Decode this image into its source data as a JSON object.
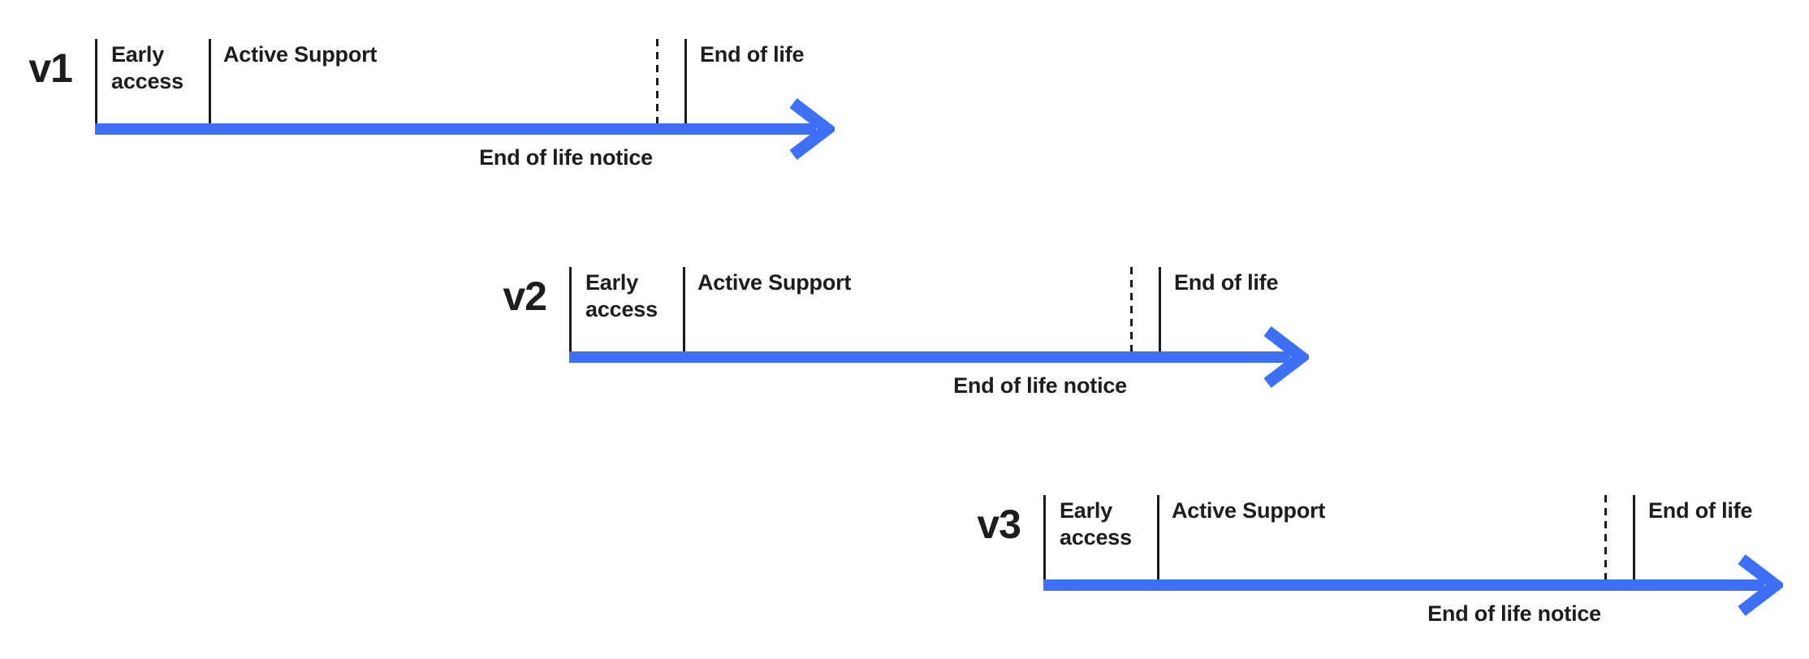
{
  "canvas": {
    "background": "#ffffff"
  },
  "colors": {
    "arrow": "#3D70F5",
    "line": "#1b1b1e",
    "text": "#1d1d20"
  },
  "timelines": [
    {
      "version": "v1",
      "labels": {
        "early_access": "Early access",
        "active_support": "Active Support",
        "end_of_life": "End of life",
        "end_of_life_notice": "End of life notice"
      }
    },
    {
      "version": "v2",
      "labels": {
        "early_access": "Early access",
        "active_support": "Active Support",
        "end_of_life": "End of life",
        "end_of_life_notice": "End of life notice"
      }
    },
    {
      "version": "v3",
      "labels": {
        "early_access": "Early access",
        "active_support": "Active Support",
        "end_of_life": "End of life",
        "end_of_life_notice": "End of life notice"
      }
    }
  ]
}
